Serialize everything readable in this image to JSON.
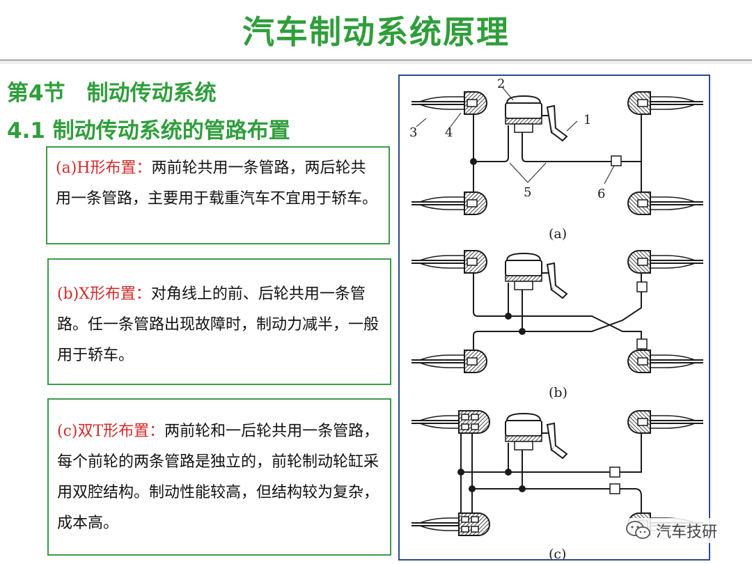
{
  "slide_title": "汽车制动系统原理",
  "section_heading": "第4节　制动传动系统",
  "subsection_heading": "4.1 制动传动系统的管路布置",
  "cards": [
    {
      "label": "(a)H形布置：",
      "text": "两前轮共用一条管路，两后轮共用一条管路，主要用于载重汽车不宜用于轿车。"
    },
    {
      "label": "(b)X形布置：",
      "text": "对角线上的前、后轮共用一条管路。任一条管路出现故障时，制动力减半，一般用于轿车。"
    },
    {
      "label": "(c)双T形布置：",
      "text": "两前轮和一后轮共用一条管路，每个前轮的两条管路是独立的，前轮制动轮缸采用双腔结构。制动性能较高，但结构较为复杂，成本高。"
    }
  ],
  "diagram": {
    "callouts": [
      "1",
      "2",
      "3",
      "4",
      "5",
      "6"
    ],
    "captions": [
      "(a)",
      "(b)",
      "(c)"
    ],
    "colors": {
      "line": "#1a1a1a",
      "frame": "#2b4a8c",
      "green": "#2f9e3b",
      "label_red": "#d42a2a"
    }
  },
  "watermark": {
    "icon": "wechat-icon",
    "text": "汽车技研"
  }
}
